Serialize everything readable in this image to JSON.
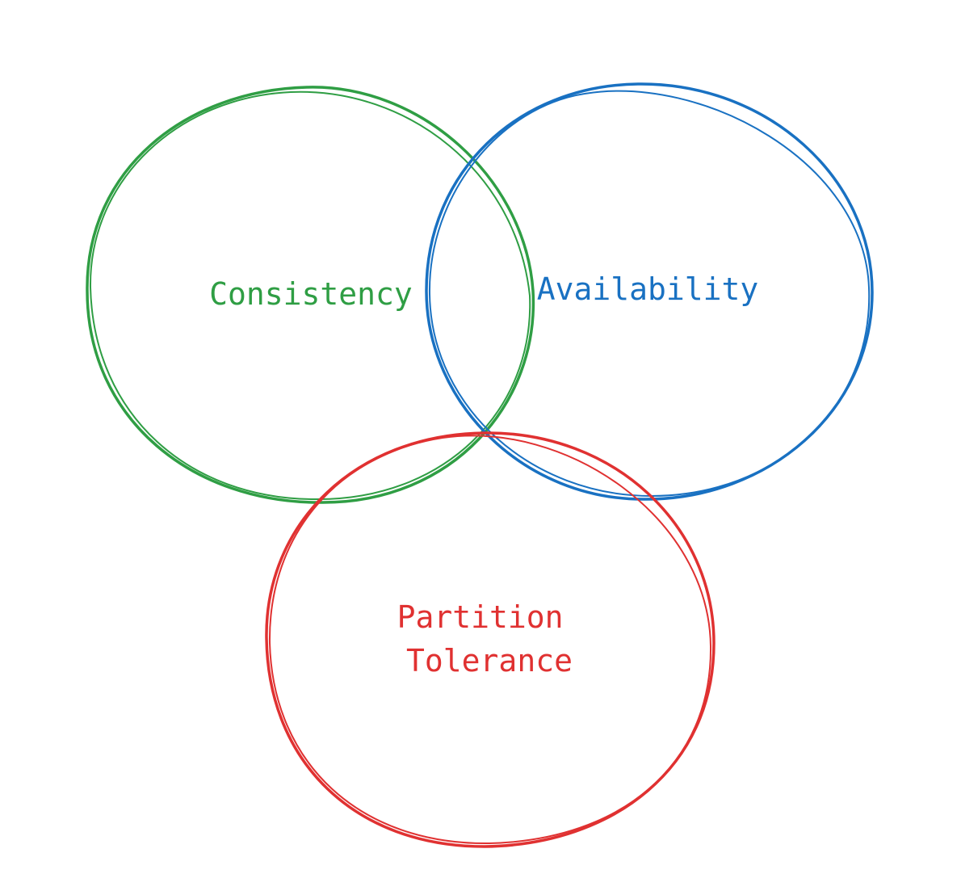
{
  "diagram": {
    "type": "venn",
    "sets": [
      {
        "id": "consistency",
        "label_lines": [
          "Consistency"
        ],
        "color": "#2f9e44"
      },
      {
        "id": "availability",
        "label_lines": [
          "Availability"
        ],
        "color": "#1971c2"
      },
      {
        "id": "partition-tolerance",
        "label_lines": [
          "Partition",
          "Tolerance"
        ],
        "color": "#e03131"
      }
    ]
  }
}
